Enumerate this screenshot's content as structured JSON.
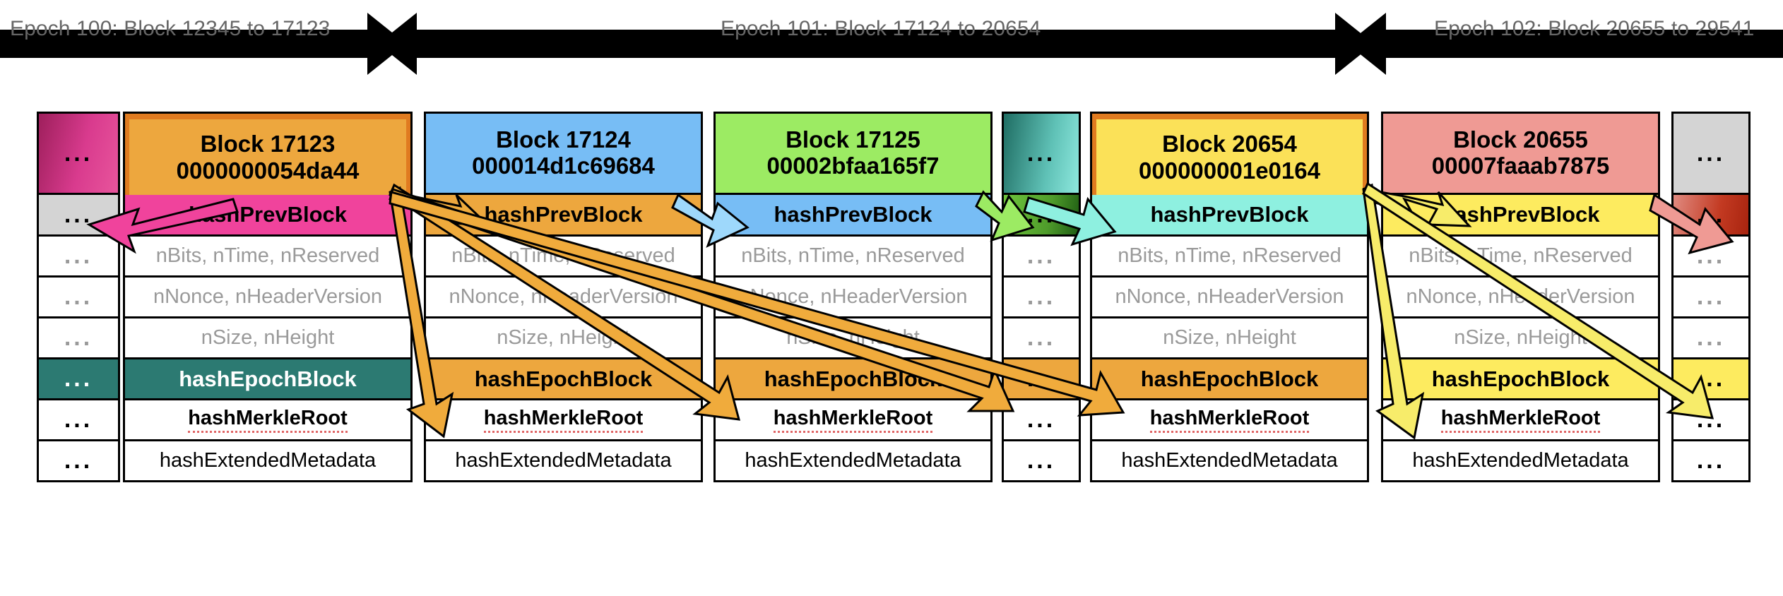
{
  "epochs": [
    {
      "label": "Epoch 100: Block 12345 to 17123"
    },
    {
      "label": "Epoch 101: Block 17124 to 20654"
    },
    {
      "label": "Epoch 102: Block 20655 to 29541"
    }
  ],
  "row_labels": {
    "hash_prev_block": "hashPrevBlock",
    "nbits": "nBits, nTime, nReserved",
    "nnonce": "nNonce, nHeaderVersion",
    "nsize": "nSize, nHeight",
    "hash_epoch_block": "hashEpochBlock",
    "hash_merkle_root": "hashMerkleRoot",
    "hash_extended_metadata": "hashExtendedMetadata",
    "ellipsis": "..."
  },
  "colors": {
    "orange_header": "#eda73e",
    "orange_border": "#e07b20",
    "magenta": "#f0439c",
    "blue": "#77bdf5",
    "green": "#9ceb63",
    "yellow_header": "#fbe158",
    "cyan": "#8ef0e0",
    "salmon": "#ef9a94",
    "yellow_row": "#fdeb5f",
    "teal": "#2c7a72",
    "grey": "#d4d4d4",
    "arrow_orange": "#f0ab3c",
    "arrow_yellow": "#f7ec6a",
    "arrow_blue": "#9ed8fb",
    "arrow_green": "#9ceb63",
    "arrow_cyan": "#8ef0e0",
    "arrow_magenta": "#f0439c",
    "arrow_salmon": "#ef9a94",
    "grey_text": "#9a9a9a",
    "epoch_text": "#666666"
  },
  "columns": [
    {
      "kind": "ellipsis",
      "name": "ellipsis-left",
      "header_text": [
        "...",
        ""
      ],
      "rows": [
        "...",
        "...",
        "...",
        "...",
        "...",
        "...",
        "..."
      ]
    },
    {
      "kind": "block",
      "name": "block-17123",
      "header_text": [
        "Block 17123",
        "0000000054da44"
      ],
      "rows": [
        "hashPrevBlock",
        "nBits, nTime, nReserved",
        "nNonce, nHeaderVersion",
        "nSize, nHeight",
        "hashEpochBlock",
        "hashMerkleRoot",
        "hashExtendedMetadata"
      ]
    },
    {
      "kind": "block",
      "name": "block-17124",
      "header_text": [
        "Block 17124",
        "000014d1c69684"
      ],
      "rows": [
        "hashPrevBlock",
        "nBits, nTime, nReserved",
        "nNonce, nHeaderVersion",
        "nSize, nHeight",
        "hashEpochBlock",
        "hashMerkleRoot",
        "hashExtendedMetadata"
      ]
    },
    {
      "kind": "block",
      "name": "block-17125",
      "header_text": [
        "Block 17125",
        "00002bfaa165f7"
      ],
      "rows": [
        "hashPrevBlock",
        "nBits, nTime, nReserved",
        "nNonce, nHeaderVersion",
        "nSize, nHeight",
        "hashEpochBlock",
        "hashMerkleRoot",
        "hashExtendedMetadata"
      ]
    },
    {
      "kind": "ellipsis",
      "name": "ellipsis-mid",
      "header_text": [
        "...",
        ""
      ],
      "rows": [
        "...",
        "...",
        "...",
        "...",
        "...",
        "...",
        "..."
      ]
    },
    {
      "kind": "block",
      "name": "block-20654",
      "header_text": [
        "Block 20654",
        "000000001e0164"
      ],
      "rows": [
        "hashPrevBlock",
        "nBits, nTime, nReserved",
        "nNonce, nHeaderVersion",
        "nSize, nHeight",
        "hashEpochBlock",
        "hashMerkleRoot",
        "hashExtendedMetadata"
      ]
    },
    {
      "kind": "block",
      "name": "block-20655",
      "header_text": [
        "Block 20655",
        "00007faaab7875"
      ],
      "rows": [
        "hashPrevBlock",
        "nBits, nTime, nReserved",
        "nNonce, nHeaderVersion",
        "nSize, nHeight",
        "hashEpochBlock",
        "hashMerkleRoot",
        "hashExtendedMetadata"
      ]
    },
    {
      "kind": "ellipsis",
      "name": "ellipsis-right",
      "header_text": [
        "...",
        ""
      ],
      "rows": [
        "...",
        "...",
        "...",
        "...",
        "...",
        "...",
        "..."
      ]
    }
  ]
}
